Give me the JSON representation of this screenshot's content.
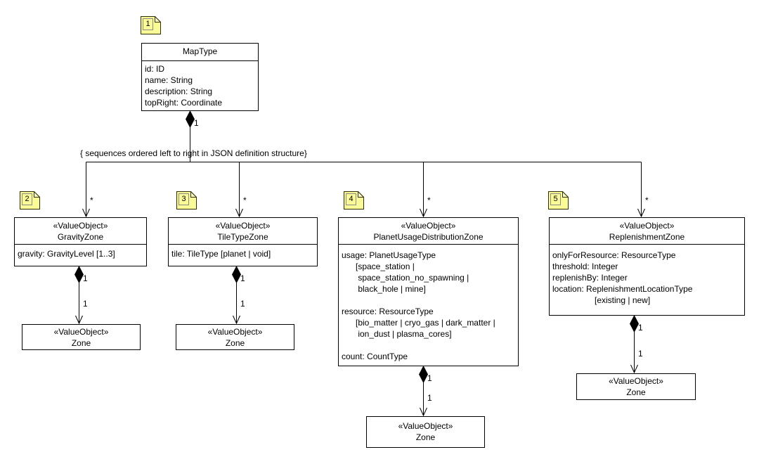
{
  "diagram": {
    "constraint_label": "{ sequences ordered left to right in JSON definition structure}"
  },
  "colors": {
    "note_fill": "#FAFA96",
    "note_fold": "#FDFDC8",
    "note_border": "#2e2e00",
    "line": "#000000"
  },
  "labels": {
    "one": "1",
    "many": "*"
  },
  "notes": [
    {
      "number": "1"
    },
    {
      "number": "2"
    },
    {
      "number": "3"
    },
    {
      "number": "4"
    },
    {
      "number": "5"
    }
  ],
  "classes": {
    "map_type": {
      "name": "MapType",
      "attributes": [
        "id: ID",
        "name: String",
        "description: String",
        "topRight: Coordinate"
      ]
    },
    "gravity_zone": {
      "stereotype": "«ValueObject»",
      "name": "GravityZone",
      "attributes": [
        "gravity: GravityLevel [1..3]"
      ]
    },
    "tile_type_zone": {
      "stereotype": "«ValueObject»",
      "name": "TileTypeZone",
      "attributes": [
        "tile: TileType [planet | void]"
      ]
    },
    "planet_usage_distribution_zone": {
      "stereotype": "«ValueObject»",
      "name": "PlanetUsageDistributionZone",
      "attributes": [
        "usage: PlanetUsageType",
        "      [space_station |",
        "       space_station_no_spawning |",
        "       black_hole | mine]",
        "",
        "resource: ResourceType",
        "      [bio_matter | cryo_gas | dark_matter |",
        "       ion_dust | plasma_cores]",
        "",
        "count: CountType"
      ]
    },
    "replenishment_zone": {
      "stereotype": "«ValueObject»",
      "name": "ReplenishmentZone",
      "attributes": [
        "onlyForResource: ResourceType",
        "threshold: Integer",
        "replenishBy: Integer",
        "location: ReplenishmentLocationType",
        "                  [existing | new]"
      ]
    }
  },
  "zones": [
    {
      "stereotype": "«ValueObject»",
      "name": "Zone"
    },
    {
      "stereotype": "«ValueObject»",
      "name": "Zone"
    },
    {
      "stereotype": "«ValueObject»",
      "name": "Zone"
    },
    {
      "stereotype": "«ValueObject»",
      "name": "Zone"
    }
  ]
}
